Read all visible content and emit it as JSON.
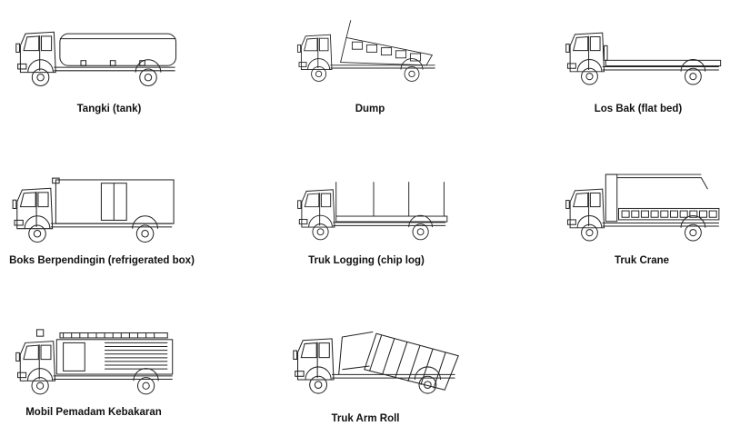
{
  "trucks": [
    {
      "label": "Tangki (tank)",
      "body": "tank"
    },
    {
      "label": "Dump",
      "body": "dump"
    },
    {
      "label": "Los Bak (flat bed)",
      "body": "flatbed"
    },
    {
      "label": "Boks Berpendingin (refrigerated box)",
      "body": "box"
    },
    {
      "label": "Truk Logging (chip log)",
      "body": "logging"
    },
    {
      "label": "Truk Crane",
      "body": "crane"
    },
    {
      "label": "Mobil Pemadam Kebakaran",
      "body": "fire"
    },
    {
      "label": "Truk Arm Roll",
      "body": "armroll"
    }
  ]
}
